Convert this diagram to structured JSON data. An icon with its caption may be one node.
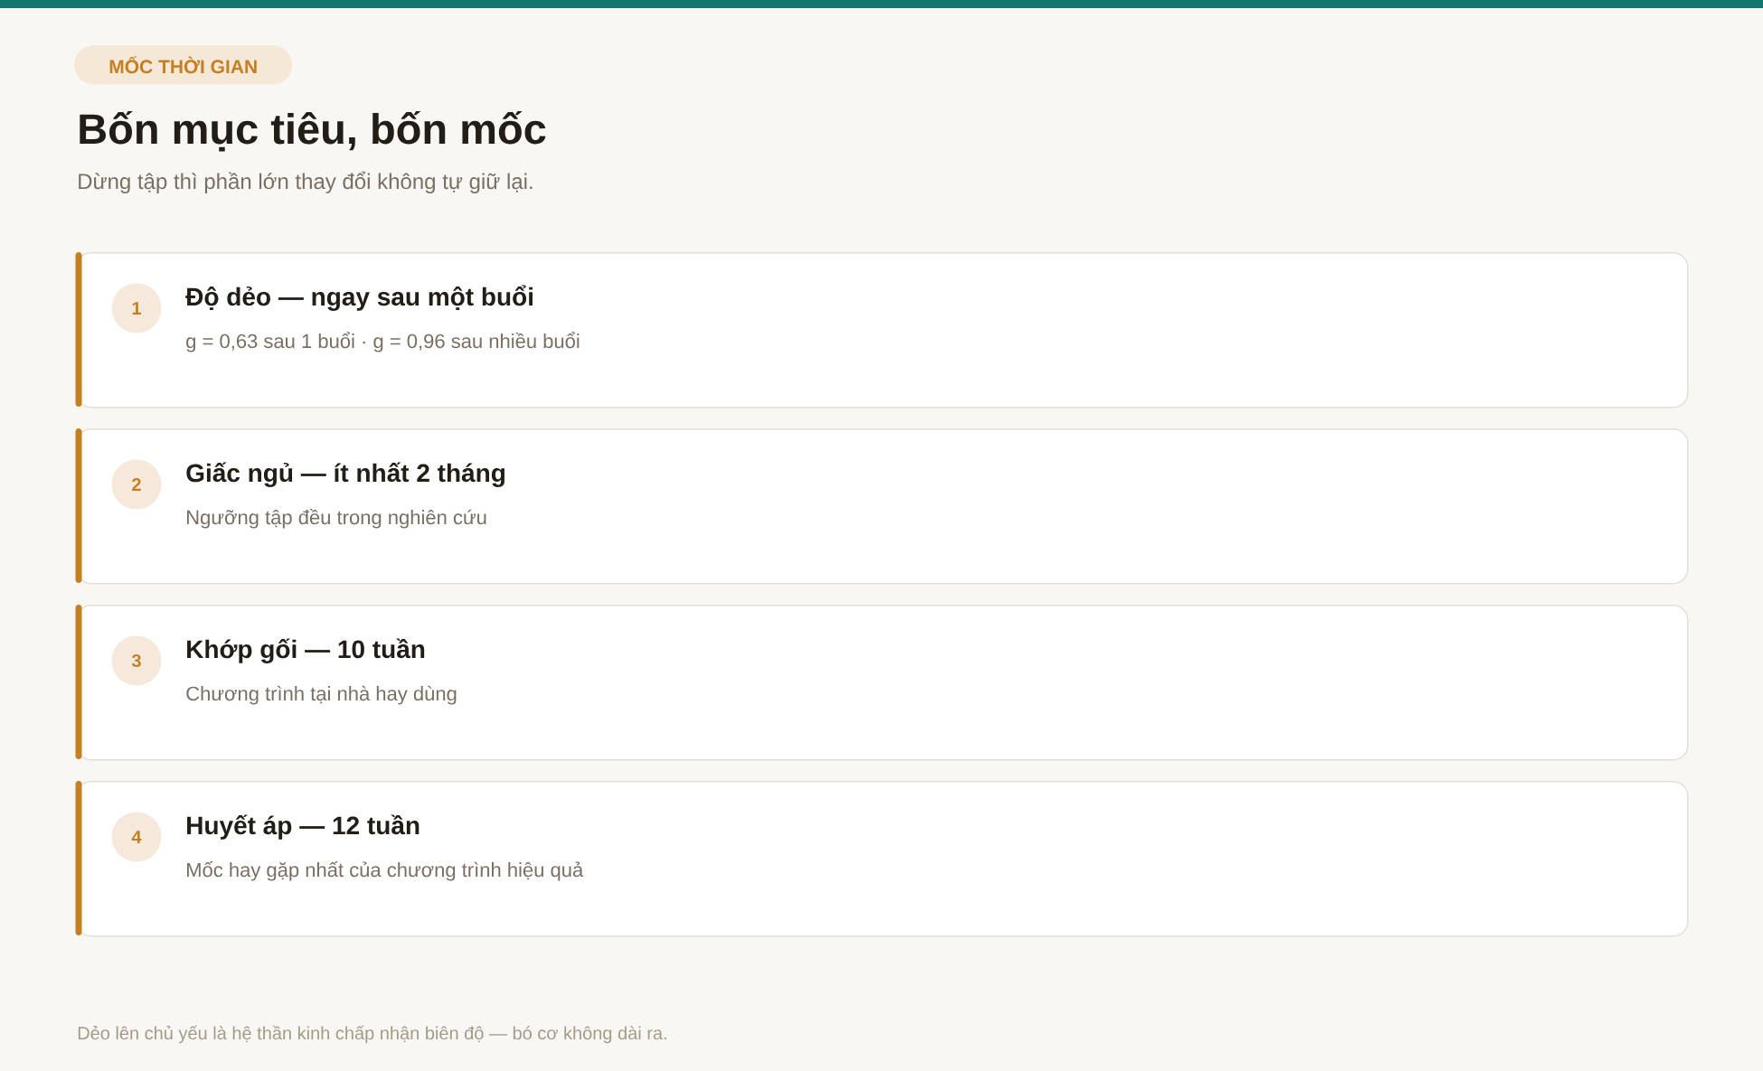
{
  "diagram": {
    "title": "Bốn mục tiêu, bốn mốc",
    "nodes": [
      {
        "text": [
          "MỐC THỜI GIAN"
        ]
      },
      {
        "text": [
          "Độ dẻo — ngay sau một buổi",
          "g = 0,63 sau 1 buổi · g = 0,96 sau nhiều buổi"
        ]
      },
      {
        "text": [
          "1"
        ],
        "in": 1
      },
      {
        "text": [
          "Giấc ngủ — ít nhất 2 tháng",
          "Ngưỡng tập đều trong nghiên cứu"
        ]
      },
      {
        "text": [
          "2"
        ],
        "in": 3
      },
      {
        "text": [
          "Khớp gối — 10 tuần",
          "Chương trình tại nhà hay dùng"
        ]
      },
      {
        "text": [
          "3"
        ],
        "in": 5
      },
      {
        "text": [
          "Huyết áp — 12 tuần",
          "Mốc hay gặp nhất của chương trình hiệu quả"
        ]
      },
      {
        "text": [
          "4"
        ],
        "in": 7
      }
    ],
    "labels": [
      "Dừng tập thì phần lớn thay đổi không tự giữ lại.",
      "Dẻo lên chủ yếu là hệ thần kinh chấp nhận biên độ — bó cơ không dài ra."
    ]
  }
}
